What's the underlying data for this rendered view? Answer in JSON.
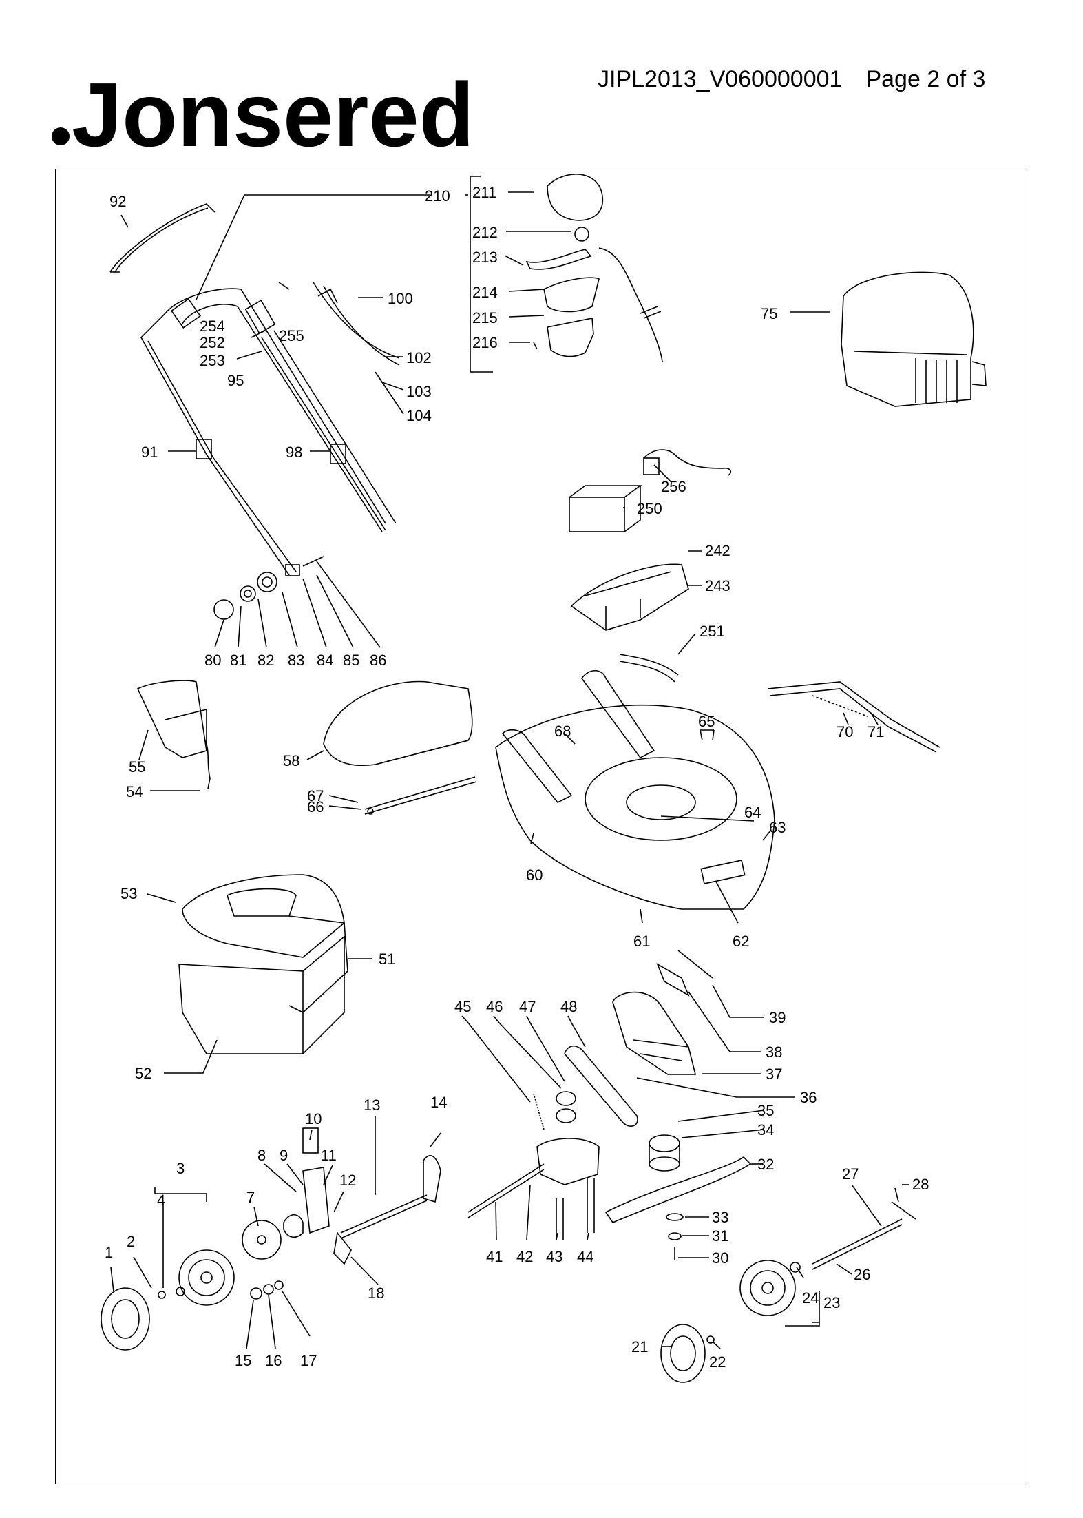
{
  "header": {
    "brand": "Jonsered",
    "document_code": "JIPL2013_V060000001",
    "page": "Page 2 of 3"
  },
  "parts": {
    "p92": "92",
    "p210": "210",
    "p211": "211",
    "p212": "212",
    "p213": "213",
    "p214": "214",
    "p215": "215",
    "p216": "216",
    "p100": "100",
    "p75": "75",
    "p254": "254",
    "p252": "252",
    "p253": "253",
    "p255": "255",
    "p95": "95",
    "p102": "102",
    "p103": "103",
    "p104": "104",
    "p91": "91",
    "p98": "98",
    "p256": "256",
    "p250": "250",
    "p242": "242",
    "p243": "243",
    "p251": "251",
    "p80": "80",
    "p81": "81",
    "p82": "82",
    "p83": "83",
    "p84": "84",
    "p85": "85",
    "p86": "86",
    "p55": "55",
    "p54": "54",
    "p58": "58",
    "p67": "67",
    "p66": "66",
    "p68": "68",
    "p65": "65",
    "p64": "64",
    "p63": "63",
    "p60": "60",
    "p61": "61",
    "p62": "62",
    "p70": "70",
    "p71": "71",
    "p53": "53",
    "p51": "51",
    "p52": "52",
    "p39": "39",
    "p38": "38",
    "p37": "37",
    "p36": "36",
    "p45": "45",
    "p46": "46",
    "p47": "47",
    "p48": "48",
    "p35": "35",
    "p34": "34",
    "p32": "32",
    "p33": "33",
    "p31": "31",
    "p30": "30",
    "p27": "27",
    "p28": "28",
    "p26": "26",
    "p24": "24",
    "p23": "23",
    "p21": "21",
    "p22": "22",
    "p41": "41",
    "p42": "42",
    "p43": "43",
    "p44": "44",
    "p10": "10",
    "p13": "13",
    "p14": "14",
    "p8": "8",
    "p9": "9",
    "p11": "11",
    "p12": "12",
    "p7": "7",
    "p3": "3",
    "p4": "4",
    "p2": "2",
    "p1": "1",
    "p15": "15",
    "p16": "16",
    "p17": "17",
    "p18": "18"
  }
}
